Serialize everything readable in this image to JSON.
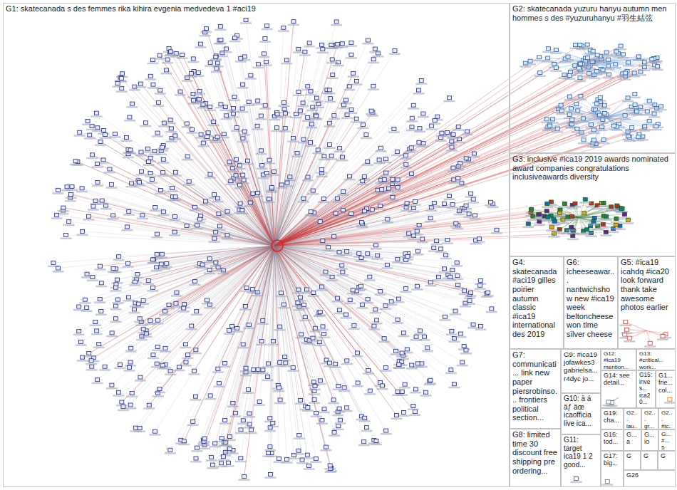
{
  "diagram": {
    "nodes": [
      {
        "text": [
          "G1: skatecanada s des femmes rika kihira evgenia medvedeva 1 #aci19"
        ]
      },
      {
        "text": [
          "G2: skatecanada yuzuru hanyu autumn men hommes s des #yuzuruhanyu #羽生結弦"
        ]
      },
      {
        "text": [
          "G3: inclusive #ica19 2019 awards nominated award companies congratulations inclusiveawards diversity"
        ]
      },
      {
        "text": [
          "G4: skatecanada #aci19 gilles poirier autumn classic #ica19 international des 2019"
        ]
      },
      {
        "text": [
          "G6: icheeseawar... nantwichshow new #ica19 week beltoncheese won time silver cheese"
        ]
      },
      {
        "text": [
          "G5: #ica19 icahdq #ica20 look forward thank take awesome photos earlier"
        ]
      },
      {
        "text": [
          "G7: communicati... link new paper piersrobinso... frontiers political section..."
        ]
      },
      {
        "text": [
          "G8: limited time 30 discount free shipping pre ordering..."
        ]
      },
      {
        "text": [
          "G9: #ica19 jofawkes3 gabrielsa... r4dyc jo..."
        ]
      },
      {
        "text": [
          "G10: ä á äƒ äœ icaofficia live ica..."
        ]
      },
      {
        "text": [
          "G11: target ica19 1 2 good..."
        ]
      },
      {
        "text": [
          "G12: #ica19 mention..."
        ]
      },
      {
        "text": [
          "G13: #critical... work..."
        ]
      },
      {
        "text": [
          "G14: see detail..."
        ]
      },
      {
        "text": [
          "G15: inves... ica20..."
        ]
      },
      {
        "text": [
          "G1... frie... col..."
        ]
      },
      {
        "text": [
          "G19: cha..."
        ]
      },
      {
        "text": [
          "G2... lau..."
        ]
      },
      {
        "text": [
          "G2... gr..."
        ]
      },
      {
        "text": [
          "G2... #ic..."
        ]
      },
      {
        "text": [
          "G16: tod..."
        ]
      },
      {
        "text": [
          "G... a"
        ]
      },
      {
        "text": [
          "G... io"
        ]
      },
      {
        "text": [
          "G... #... 5"
        ]
      },
      {
        "text": [
          "G17: big..."
        ]
      },
      {
        "text": [
          "G"
        ]
      },
      {
        "text": [
          "G"
        ]
      },
      {
        "text": [
          "G"
        ]
      },
      {
        "text": [
          "G26"
        ]
      }
    ]
  }
}
